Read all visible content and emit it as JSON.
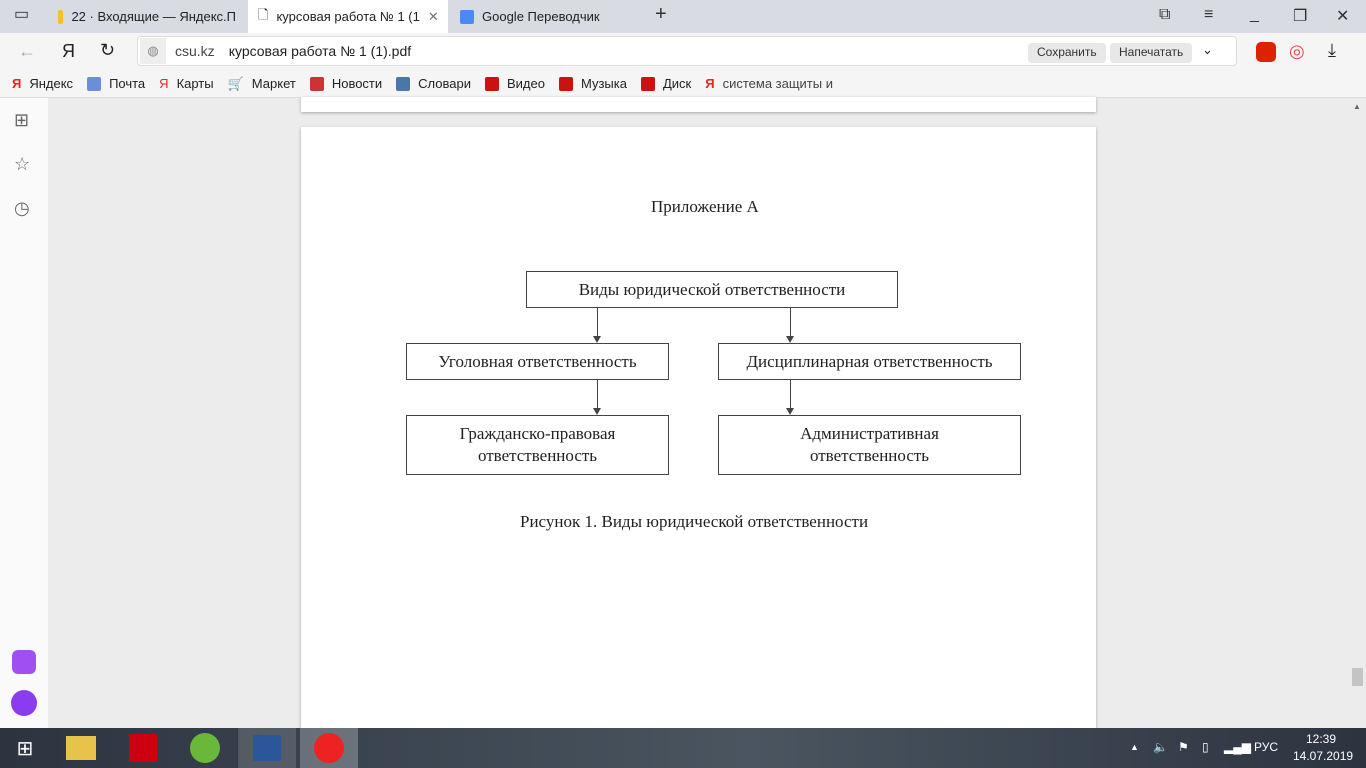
{
  "tabs": [
    {
      "label": "22 · Входящие — Яндекс.П"
    },
    {
      "label": "курсовая работа № 1 (1"
    },
    {
      "label": "Google Переводчик"
    }
  ],
  "address": {
    "domain": "csu.kz",
    "title": "курсовая работа № 1 (1).pdf",
    "save": "Сохранить",
    "print": "Напечатать"
  },
  "bookmarks": [
    {
      "label": "Яндекс"
    },
    {
      "label": "Почта"
    },
    {
      "label": "Карты"
    },
    {
      "label": "Маркет"
    },
    {
      "label": "Новости"
    },
    {
      "label": "Словари"
    },
    {
      "label": "Видео"
    },
    {
      "label": "Музыка"
    },
    {
      "label": "Диск"
    },
    {
      "label": "система защиты и"
    }
  ],
  "doc": {
    "appendix": "Приложение А",
    "root": "Виды юридической ответственности",
    "b1": "Уголовная ответственность",
    "b2": "Дисциплинарная ответственность",
    "b3": "Гражданско-правовая ответственность",
    "b4": "Административная ответственность",
    "caption": "Рисунок 1. Виды юридической ответственности"
  },
  "tray": {
    "lang": "РУС",
    "time": "12:39",
    "date": "14.07.2019"
  }
}
